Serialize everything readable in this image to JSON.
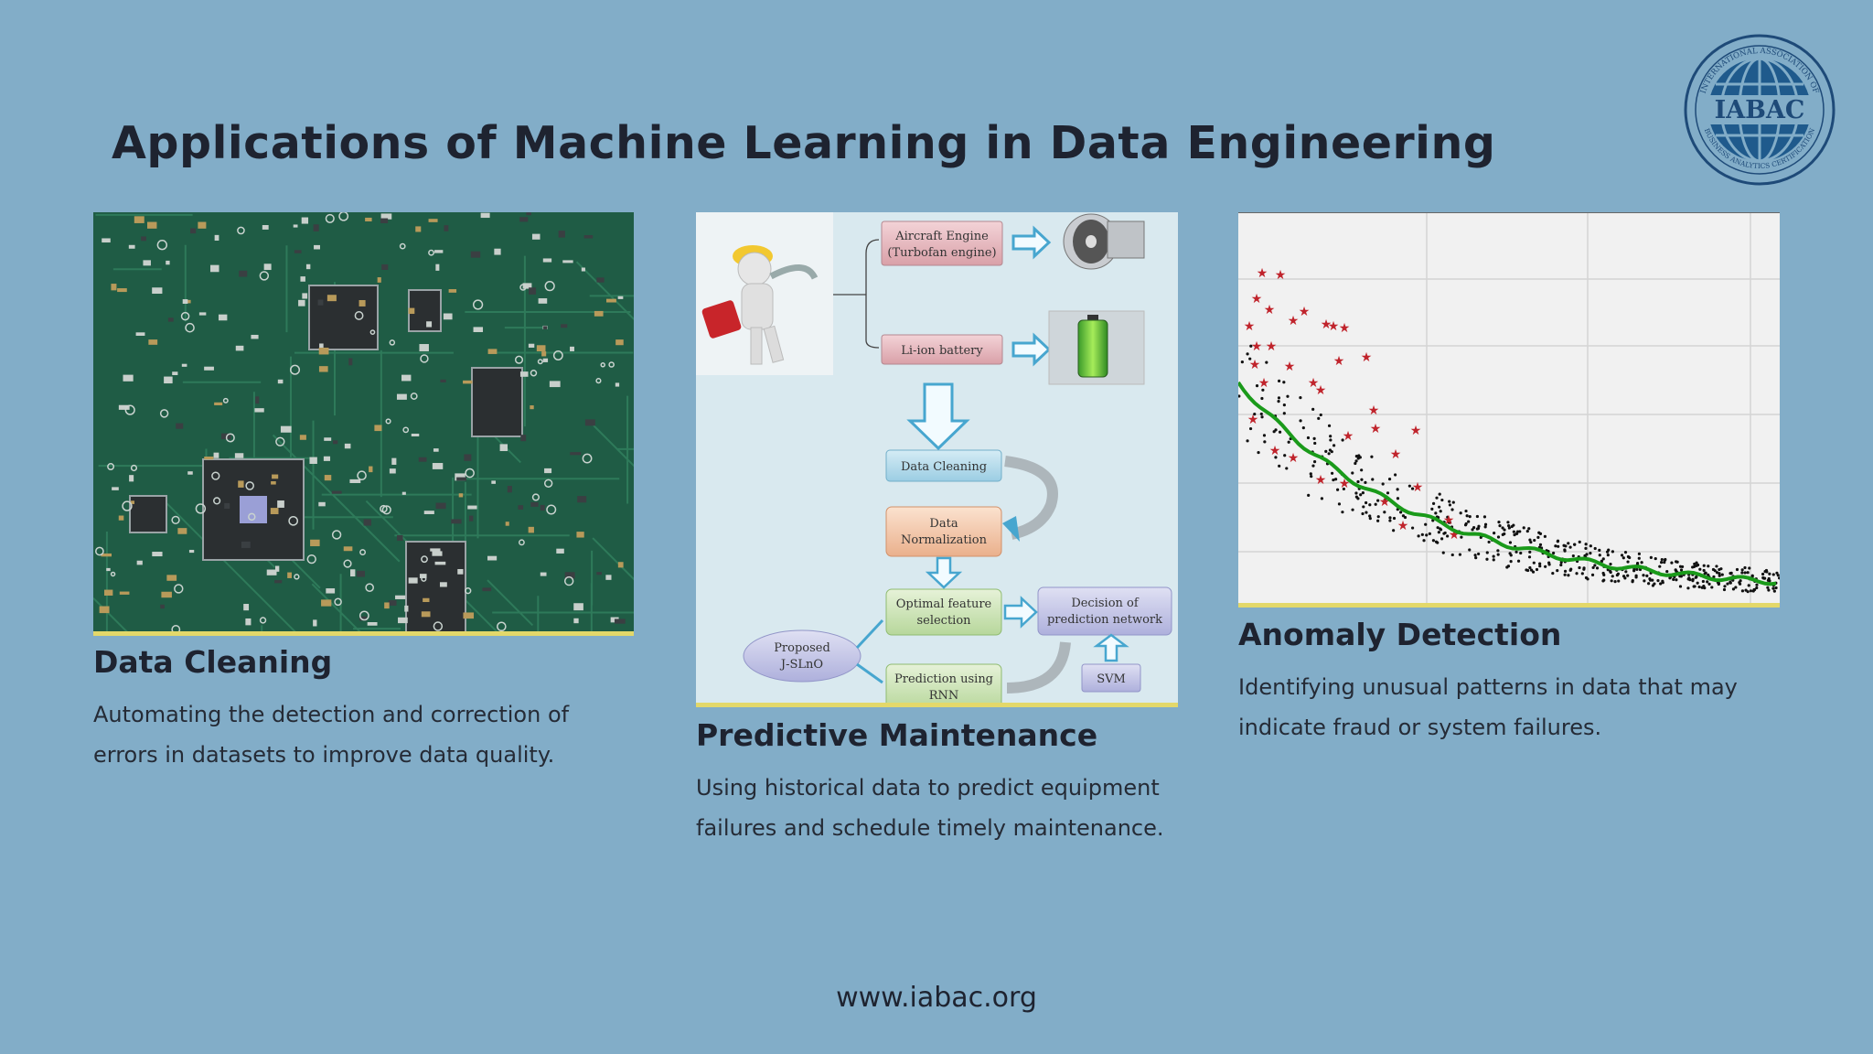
{
  "slide": {
    "title": "Applications of Machine Learning in Data Engineering",
    "footer": "www.iabac.org",
    "accent_color": "#e3d86a",
    "background_color": "#82adc8"
  },
  "logo": {
    "text": "IABAC",
    "ring_top": "INTERNATIONAL ASSOCIATION OF",
    "ring_bottom": "BUSINESS ANALYTICS CERTIFICATION",
    "icon": "globe-icon"
  },
  "cards": [
    {
      "heading": "Data Cleaning",
      "text": "Automating the detection and correction of errors in datasets to improve data quality.",
      "image": "circuit-board-photo"
    },
    {
      "heading": "Predictive Maintenance",
      "text": "Using historical data to predict equipment failures and schedule timely maintenance.",
      "image": "maintenance-flow-diagram"
    },
    {
      "heading": "Anomaly Detection",
      "text": "Identifying unusual patterns in data that may indicate fraud or system failures.",
      "image": "anomaly-scatter-plot"
    }
  ],
  "diagram": {
    "aircraft_engine": "Aircraft Engine",
    "turbofan": "(Turbofan engine)",
    "battery": "Li-ion battery",
    "cleaning": "Data Cleaning",
    "normalization_1": "Data",
    "normalization_2": "Normalization",
    "feature_1": "Optimal feature",
    "feature_2": "selection",
    "decision_1": "Decision of",
    "decision_2": "prediction network",
    "proposed_1": "Proposed",
    "proposed_2": "J-SLnO",
    "rnn_1": "Prediction using",
    "rnn_2": "RNN",
    "svm": "SVM"
  }
}
